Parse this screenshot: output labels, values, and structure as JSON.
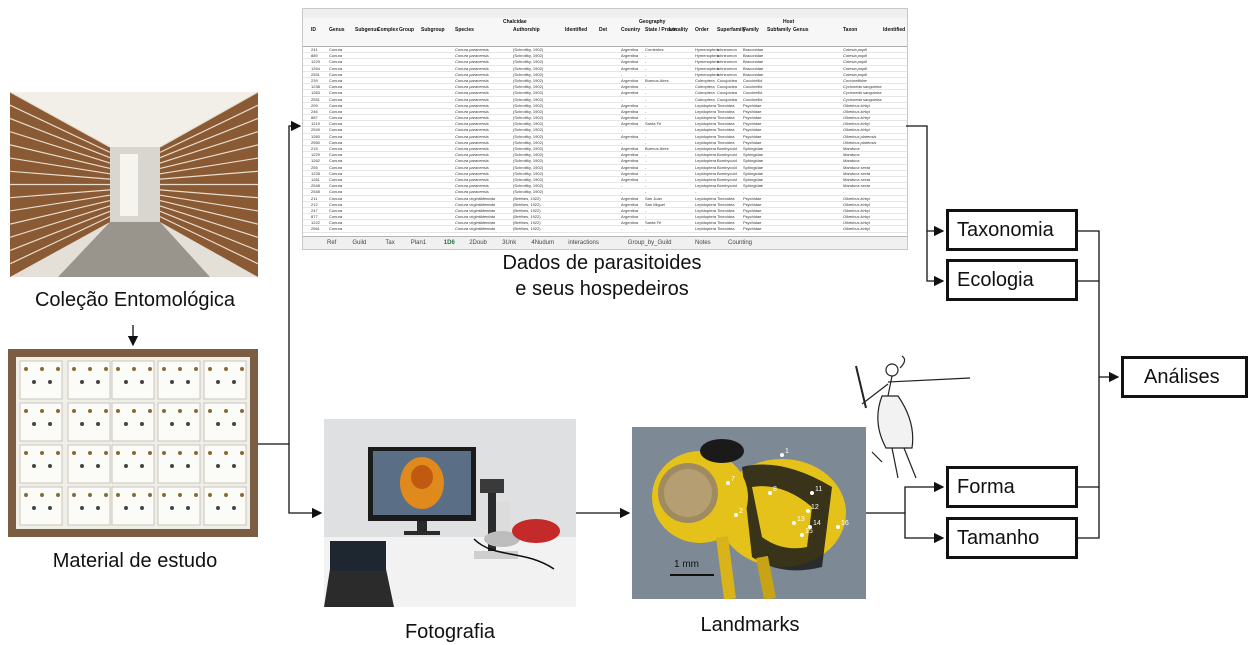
{
  "captions": {
    "colecao": "Coleção Entomológica",
    "material": "Material de estudo",
    "dados_line1": "Dados de parasitoides",
    "dados_line2": "e seus hospedeiros",
    "fotografia": "Fotografia",
    "landmarks": "Landmarks"
  },
  "boxes": {
    "taxonomia": "Taxonomia",
    "ecologia": "Ecologia",
    "analises": "Análises",
    "forma": "Forma",
    "tamanho": "Tamanho"
  },
  "scale_bar": "1 mm",
  "spreadsheet": {
    "headers": [
      "ID",
      "Genus",
      "Subgenus",
      "Complex",
      "Group",
      "Subgroup",
      "Species",
      "Authorship",
      "Identified",
      "Det",
      "Country",
      "State / Provin",
      "Locality",
      "Order",
      "Superfamily",
      "Family",
      "Subfamily",
      "Genus",
      "Taxon",
      "Identified"
    ],
    "group_headers": [
      "Chalcidae",
      "Geography",
      "Host"
    ],
    "tabs": [
      "Ref",
      "Guild",
      "Tax",
      "Plan1",
      "1D6",
      "2Doub",
      "3Unk",
      "4Nudum",
      "interactions",
      "Group_by_Guild",
      "Notes",
      "Counting"
    ],
    "active_tab": "1D6",
    "rows": [
      [
        "241",
        "Conura",
        "Conura paranensis",
        "(Schrottky, 1902)",
        "Argentina",
        "Corrientes",
        "Hymenoptera",
        "Ichneumon",
        "Braconidae",
        "Cotesia popili"
      ],
      [
        "889",
        "Conura",
        "Conura paranensis",
        "(Schrottky, 1902)",
        "Argentina",
        "-",
        "Hymenoptera",
        "Ichneumon",
        "Braconidae",
        "Cotesia popili"
      ],
      [
        "1229",
        "Conura",
        "Conura paranensis",
        "(Schrottky, 1902)",
        "Argentina",
        "-",
        "Hymenoptera",
        "Ichneumon",
        "Braconidae",
        "Cotesia popili"
      ],
      [
        "1264",
        "Conura",
        "Conura paranensis",
        "(Schrottky, 1902)",
        "Argentina",
        "-",
        "Hymenoptera",
        "Ichneumon",
        "Braconidae",
        "Cotesia popili"
      ],
      [
        "2551",
        "Conura",
        "Conura paranensis",
        "(Schrottky, 1902)",
        "-",
        "-",
        "Hymenoptera",
        "Ichneumon",
        "Braconidae",
        "Cotesia popili"
      ],
      [
        "239",
        "Conura",
        "Conura paranensis",
        "(Schrottky, 1902)",
        "Argentina",
        "Buenos Aires",
        "Coleoptera",
        "Cucujoidea",
        "Coccinellid",
        "Coccinellidae"
      ],
      [
        "1238",
        "Conura",
        "Conura paranensis",
        "(Schrottky, 1902)",
        "Argentina",
        "-",
        "Coleoptera",
        "Cucujoidea",
        "Coccinellid",
        "Cycloneda sanguinea"
      ],
      [
        "1263",
        "Conura",
        "Conura paranensis",
        "(Schrottky, 1902)",
        "Argentina",
        "-",
        "Coleoptera",
        "Cucujoidea",
        "Coccinellid",
        "Cycloneda sanguinea"
      ],
      [
        "2551",
        "Conura",
        "Conura paranensis",
        "(Schrottky, 1902)",
        "-",
        "-",
        "Coleoptera",
        "Cucujoidea",
        "Coccinellid",
        "Cycloneda sanguinea"
      ],
      [
        "209",
        "Conura",
        "Conura paranensis",
        "(Schrottky, 1902)",
        "Argentina",
        "-",
        "Lepidoptera",
        "Tineoidea",
        "Psychidae",
        "Oiketicus kirbyi"
      ],
      [
        "246",
        "Conura",
        "Conura paranensis",
        "(Schrottky, 1902)",
        "Argentina",
        "-",
        "Lepidoptera",
        "Tineoidea",
        "Psychidae",
        "Oiketicus kirbyi"
      ],
      [
        "887",
        "Conura",
        "Conura paranensis",
        "(Schrottky, 1902)",
        "Argentina",
        "-",
        "Lepidoptera",
        "Tineoidea",
        "Psychidae",
        "Oiketicus kirbyi"
      ],
      [
        "1219",
        "Conura",
        "Conura paranensis",
        "(Schrottky, 1902)",
        "Argentina",
        "Santa Fé",
        "Lepidoptera",
        "Tineoidea",
        "Psychidae",
        "Oiketicus kirbyi"
      ],
      [
        "2549",
        "Conura",
        "Conura paranensis",
        "(Schrottky, 1902)",
        "-",
        "-",
        "Lepidoptera",
        "Tineoidea",
        "Psychidae",
        "Oiketicus kirbyi"
      ],
      [
        "1260",
        "Conura",
        "Conura paranensis",
        "(Schrottky, 1902)",
        "Argentina",
        "-",
        "Lepidoptera",
        "Tineoidea",
        "Psychidae",
        "Oiketicus platensis"
      ],
      [
        "2550",
        "Conura",
        "Conura paranensis",
        "(Schrottky, 1902)",
        "-",
        "-",
        "Lepidoptera",
        "Tineoidea",
        "Psychidae",
        "Oiketicus platensis"
      ],
      [
        "215",
        "Conura",
        "Conura paranensis",
        "(Schrottky, 1902)",
        "Argentina",
        "Buenos Aires",
        "Lepidoptera",
        "Bombycoid",
        "Sphingidae",
        "Manduca"
      ],
      [
        "1229",
        "Conura",
        "Conura paranensis",
        "(Schrottky, 1902)",
        "Argentina",
        "-",
        "Lepidoptera",
        "Bombycoid",
        "Sphingidae",
        "Manduca"
      ],
      [
        "1262",
        "Conura",
        "Conura paranensis",
        "(Schrottky, 1902)",
        "Argentina",
        "-",
        "Lepidoptera",
        "Bombycoid",
        "Sphingidae",
        "Manduca"
      ],
      [
        "255",
        "Conura",
        "Conura paranensis",
        "(Schrottky, 1902)",
        "Argentina",
        "-",
        "Lepidoptera",
        "Bombycoid",
        "Sphingidae",
        "Manduca sexta"
      ],
      [
        "1228",
        "Conura",
        "Conura paranensis",
        "(Schrottky, 1902)",
        "Argentina",
        "-",
        "Lepidoptera",
        "Bombycoid",
        "Sphingidae",
        "Manduca sexta"
      ],
      [
        "1261",
        "Conura",
        "Conura paranensis",
        "(Schrottky, 1902)",
        "Argentina",
        "-",
        "Lepidoptera",
        "Bombycoid",
        "Sphingidae",
        "Manduca sexta"
      ],
      [
        "2548",
        "Conura",
        "Conura paranensis",
        "(Schrottky, 1902)",
        "-",
        "-",
        "Lepidoptera",
        "Bombycoid",
        "Sphingidae",
        "Manduca sexta"
      ],
      [
        "2548",
        "Conura",
        "Conura paranensis",
        "(Schrottky, 1902)",
        "-",
        "-",
        "-",
        "-",
        "-",
        "-"
      ],
      [
        "211",
        "Conura",
        "Conura virgintiidentata",
        "(Bréthes, 1922)",
        "Argentina",
        "San Juan",
        "Lepidoptera",
        "Tineoidea",
        "Psychidae",
        "Oiketicus kirbyi"
      ],
      [
        "212",
        "Conura",
        "Conura virgintiidentata",
        "(Bréthes, 1922)",
        "Argentina",
        "San Miguel",
        "Lepidoptera",
        "Tineoidea",
        "Psychidae",
        "Oiketicus kirbyi"
      ],
      [
        "247",
        "Conura",
        "Conura virgintiidentata",
        "(Bréthes, 1922)",
        "Argentina",
        "-",
        "Lepidoptera",
        "Tineoidea",
        "Psychidae",
        "Oiketicus kirbyi"
      ],
      [
        "877",
        "Conura",
        "Conura virgintiidentata",
        "(Bréthes, 1922)",
        "Argentina",
        "-",
        "Lepidoptera",
        "Tineoidea",
        "Psychidae",
        "Oiketicus kirbyi"
      ],
      [
        "1222",
        "Conura",
        "Conura virgintiidentata",
        "(Bréthes, 1922)",
        "Argentina",
        "Santa Fé",
        "Lepidoptera",
        "Tineoidea",
        "Psychidae",
        "Oiketicus kirbyi"
      ],
      [
        "2561",
        "Conura",
        "Conura virgintiidentata",
        "(Bréthes, 1922)",
        "-",
        "-",
        "Lepidoptera",
        "Tineoidea",
        "Psychidae",
        "Oiketicus kirbyi"
      ]
    ]
  },
  "landmark_labels": [
    "1",
    "2",
    "7",
    "8",
    "11",
    "12",
    "13",
    "14",
    "15",
    "16"
  ],
  "colors": {
    "arrow": "#111111",
    "excel_green": "#217346",
    "wasp_yellow": "#e5c21a",
    "wasp_black": "#1a1a1a",
    "photo_bg": "#7d8a95"
  }
}
